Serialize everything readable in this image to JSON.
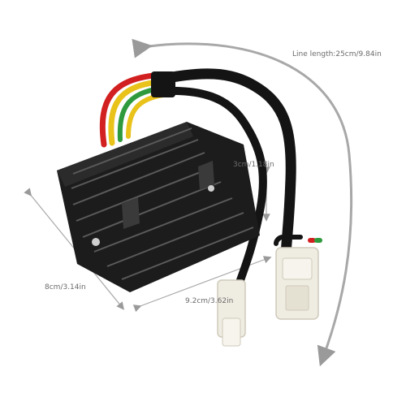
{
  "dimensions": {
    "line_length": "Line length:25cm/9.84in",
    "height": "3cm/1.18in",
    "depth": "8cm/3.14in",
    "width": "9.2cm/3.62in"
  },
  "colors": {
    "body": "#1c1c1c",
    "fin_highlight": "#4a4a4a",
    "wire_red": "#d21f1f",
    "wire_yellow": "#e9c21a",
    "wire_green": "#2f9a3d",
    "cable": "#141414",
    "connector": "#efece2",
    "dimension_line": "#9a9a9a"
  },
  "icons": {
    "arrow": "dimension-arrow-icon"
  }
}
